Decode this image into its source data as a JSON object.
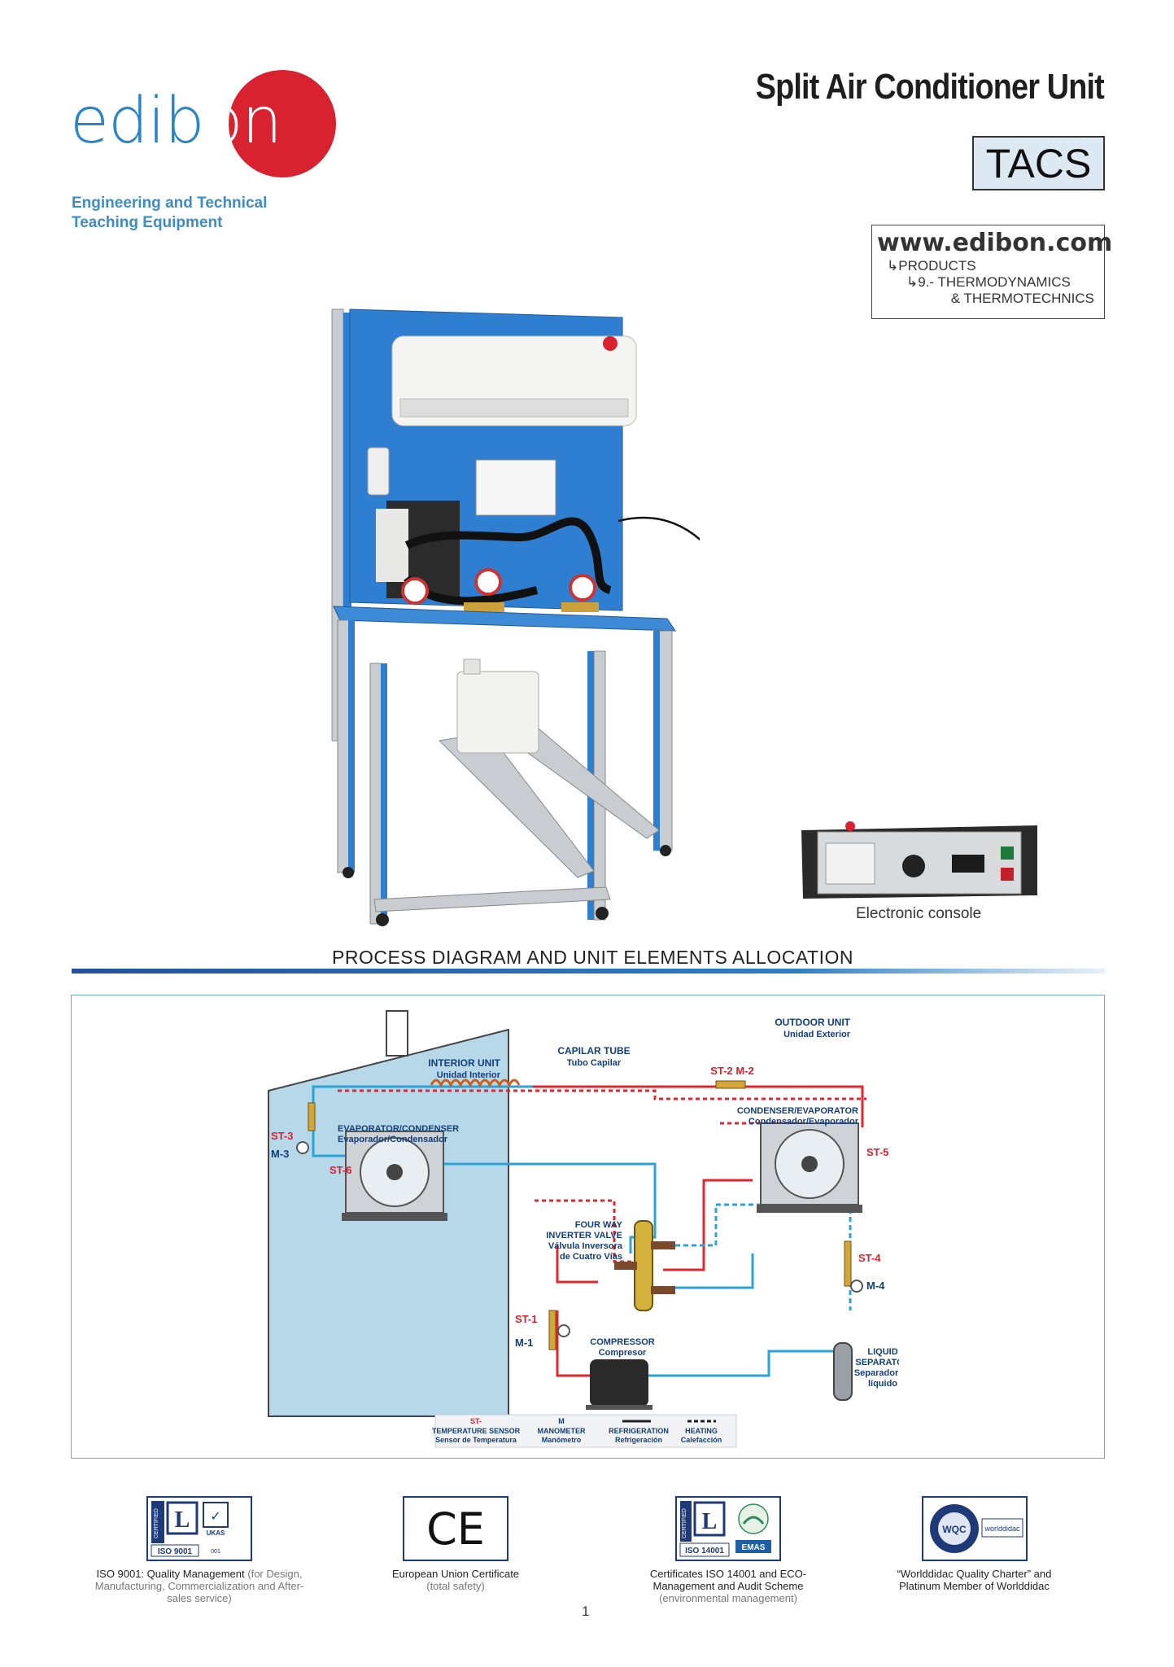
{
  "header": {
    "logo_text_prefix": "edib",
    "logo_text_suffix": "on",
    "tagline_line1": "Engineering and Technical",
    "tagline_line2": "Teaching Equipment",
    "title": "Split Air Conditioner Unit",
    "code": "TACS",
    "website": {
      "url": "www.edibon.com",
      "line1": "PRODUCTS",
      "line2": "9.- THERMODYNAMICS",
      "line3": "& THERMOTECHNICS"
    }
  },
  "photo": {
    "console_label": "Electronic console"
  },
  "section": {
    "title": "PROCESS DIAGRAM AND UNIT ELEMENTS ALLOCATION"
  },
  "diagram": {
    "interior_unit": "INTERIOR UNIT",
    "interior_unit_es": "Unidad Interior",
    "outdoor_unit": "OUTDOOR UNIT",
    "outdoor_unit_es": "Unidad Exterior",
    "capilar_tube": "CAPILAR TUBE",
    "capilar_tube_es": "Tubo Capilar",
    "evap_cond": "EVAPORATOR/CONDENSER",
    "evap_cond_es": "Evaporador/Condensador",
    "cond_evap": "CONDENSER/EVAPORATOR",
    "cond_evap_es": "Condensador/Evaporador",
    "four_way_1": "FOUR WAY",
    "four_way_2": "INVERTER VALVE",
    "four_way_es_1": "Válvula Inversora",
    "four_way_es_2": "de Cuatro Vías",
    "compressor": "COMPRESSOR",
    "compressor_es": "Compresor",
    "liquid_1": "LIQUID",
    "liquid_2": "SEPARATOR",
    "liquid_es_1": "Separador de",
    "liquid_es_2": "líquido",
    "st2m2": "ST-2 M-2",
    "st3": "ST-3",
    "m3": "M-3",
    "st6": "ST-6",
    "st5": "ST-5",
    "st4": "ST-4",
    "m4": "M-4",
    "st1": "ST-1",
    "m1": "M-1",
    "legend": {
      "st_symbol": "ST-",
      "st_label": "TEMPERATURE SENSOR",
      "st_label_es": "Sensor de Temperatura",
      "m_symbol": "M",
      "m_label": "MANOMETER",
      "m_label_es": "Manómetro",
      "refrig_label": "REFRIGERATION",
      "refrig_label_es": "Refrigeración",
      "heat_label": "HEATING",
      "heat_label_es": "Calefacción"
    },
    "colors": {
      "refrigeration": "#e0262e",
      "heating": "#2aa3db"
    }
  },
  "certificates": [
    {
      "badge_iso": "ISO 9001",
      "badge_word": "CERTIFIED",
      "badge_ukas": "UKAS",
      "badge_num": "001",
      "caption": "ISO 9001: Quality Management",
      "caption_light": " (for Design, Manufacturing, Commercialization and After-sales service)"
    },
    {
      "badge_text": "CE",
      "caption": "European Union Certificate",
      "caption_light": "(total safety)"
    },
    {
      "badge_iso": "ISO 14001",
      "badge_word": "CERTIFIED",
      "badge_emas": "EMAS",
      "caption": "Certificates ISO 14001 and ECO-Management and Audit Scheme",
      "caption_light": "(environmental management)"
    },
    {
      "badge_wqc": "WQC",
      "badge_worlddidac": "worlddidac",
      "caption": "“Worlddidac Quality Charter” and Platinum Member of Worlddidac",
      "caption_light": ""
    }
  ],
  "page_number": "1"
}
